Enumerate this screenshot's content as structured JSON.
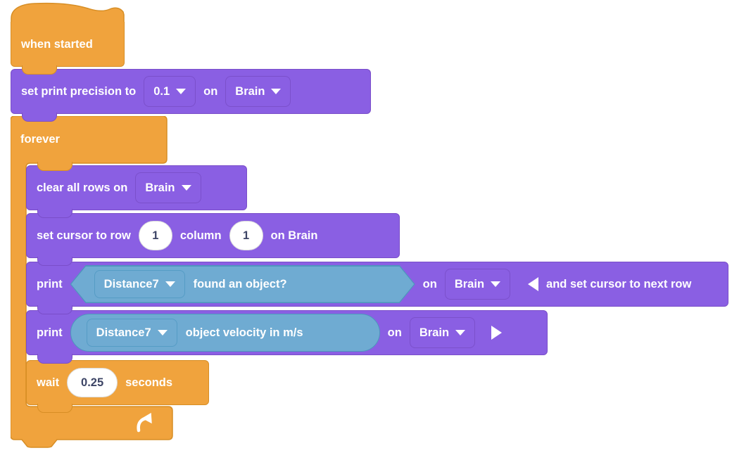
{
  "colors": {
    "orange_fill": "#F0A33D",
    "orange_border": "#D78E25",
    "purple_fill": "#8A5FE3",
    "purple_border": "#7A4EC9",
    "blue_fill": "#6FABD2",
    "blue_border": "#4E95BE",
    "input_text": "#3D4566",
    "input_border": "#DBDBDB",
    "text": "#FFFFFF"
  },
  "icons": {
    "dropdown_caret": "▾",
    "collapse_arrow": "◀",
    "expand_arrow": "▶",
    "loop_arrow": "↻"
  },
  "blocks": {
    "when_started": {
      "label": "when started"
    },
    "set_print_precision": {
      "text1": "set print precision to",
      "precision": "0.1",
      "text2": "on",
      "device": "Brain"
    },
    "forever": {
      "label": "forever"
    },
    "clear_rows": {
      "text1": "clear all rows on",
      "device": "Brain"
    },
    "set_cursor": {
      "text1": "set cursor to row",
      "row": "1",
      "text2": "column",
      "column": "1",
      "text3": "on Brain"
    },
    "print_found": {
      "text1": "print",
      "sensor": "Distance7",
      "reporter": "found an object?",
      "text2": "on",
      "device": "Brain",
      "expanded_text": "and set cursor to next row"
    },
    "print_velocity": {
      "text1": "print",
      "sensor": "Distance7",
      "reporter": "object velocity in m/s",
      "text2": "on",
      "device": "Brain"
    },
    "wait": {
      "text1": "wait",
      "duration": "0.25",
      "text2": "seconds"
    }
  }
}
